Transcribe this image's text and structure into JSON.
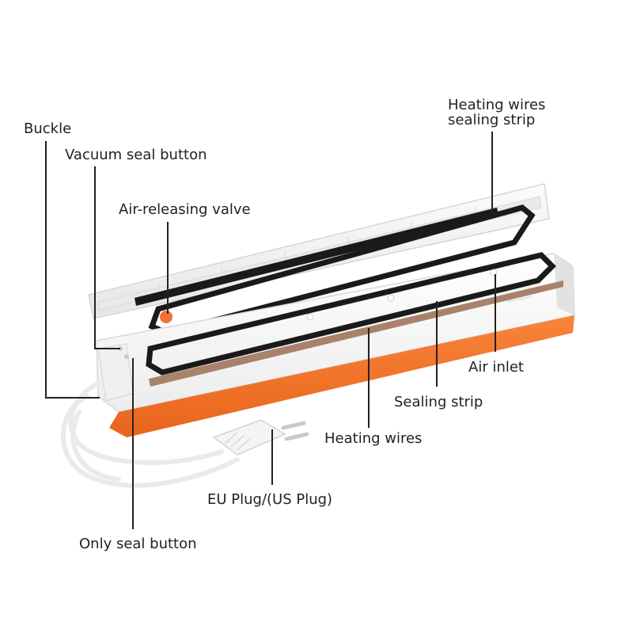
{
  "labels": {
    "buckle": "Buckle",
    "vacuum_seal_button": "Vacuum seal button",
    "air_releasing_valve": "Air-releasing valve",
    "heating_wires_sealing_strip_line1": "Heating wires",
    "heating_wires_sealing_strip_line2": "sealing strip",
    "air_inlet": "Air inlet",
    "sealing_strip": "Sealing strip",
    "heating_wires": "Heating wires",
    "eu_plug": "EU Plug/(US Plug)",
    "only_seal_button": "Only seal button"
  },
  "colors": {
    "orange_accent": "#f47a2a",
    "body_white": "#f4f4f4",
    "gasket_black": "#1a1a1a",
    "sealing_strip_brown": "#a8826a",
    "valve_orange": "#f2703a",
    "leader_line": "#222222"
  }
}
